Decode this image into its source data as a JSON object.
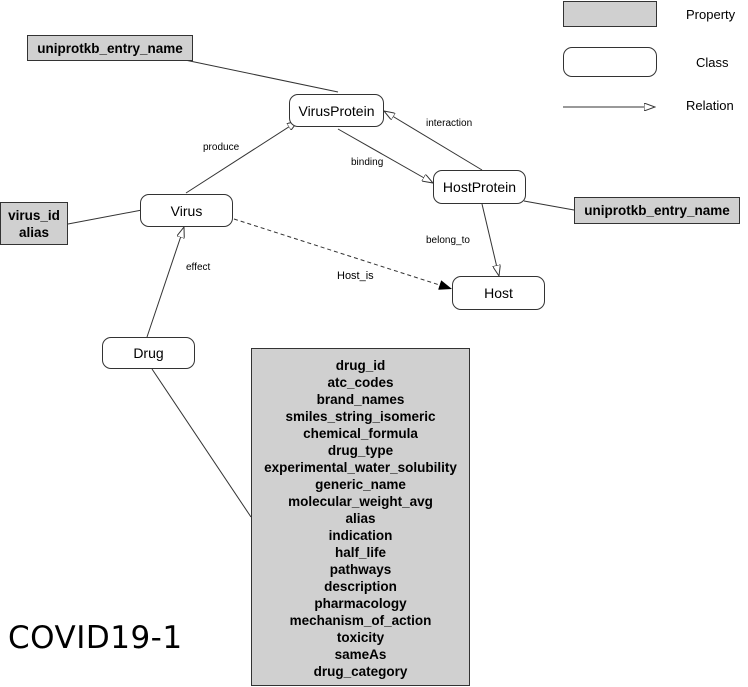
{
  "legend": {
    "property": "Property",
    "class": "Class",
    "relation": "Relation"
  },
  "classes": {
    "virus_protein": "VirusProtein",
    "host_protein": "HostProtein",
    "virus": "Virus",
    "host": "Host",
    "drug": "Drug"
  },
  "properties": {
    "virus_protein_props": [
      "uniprotkb_entry_name"
    ],
    "host_protein_props": [
      "uniprotkb_entry_name"
    ],
    "virus_props": [
      "virus_id",
      "alias"
    ],
    "drug_props": [
      "drug_id",
      "atc_codes",
      "brand_names",
      "smiles_string_isomeric",
      "chemical_formula",
      "drug_type",
      "experimental_water_solubility",
      "generic_name",
      "molecular_weight_avg",
      "alias",
      "indication",
      "half_life",
      "pathways",
      "description",
      "pharmacology",
      "mechanism_of_action",
      "toxicity",
      "sameAs",
      "drug_category"
    ]
  },
  "relations": {
    "produce": "produce",
    "binding": "binding",
    "interaction": "interaction",
    "belong_to": "belong_to",
    "host_is": "Host_is",
    "effect": "effect"
  },
  "caption": "COVID19-1"
}
